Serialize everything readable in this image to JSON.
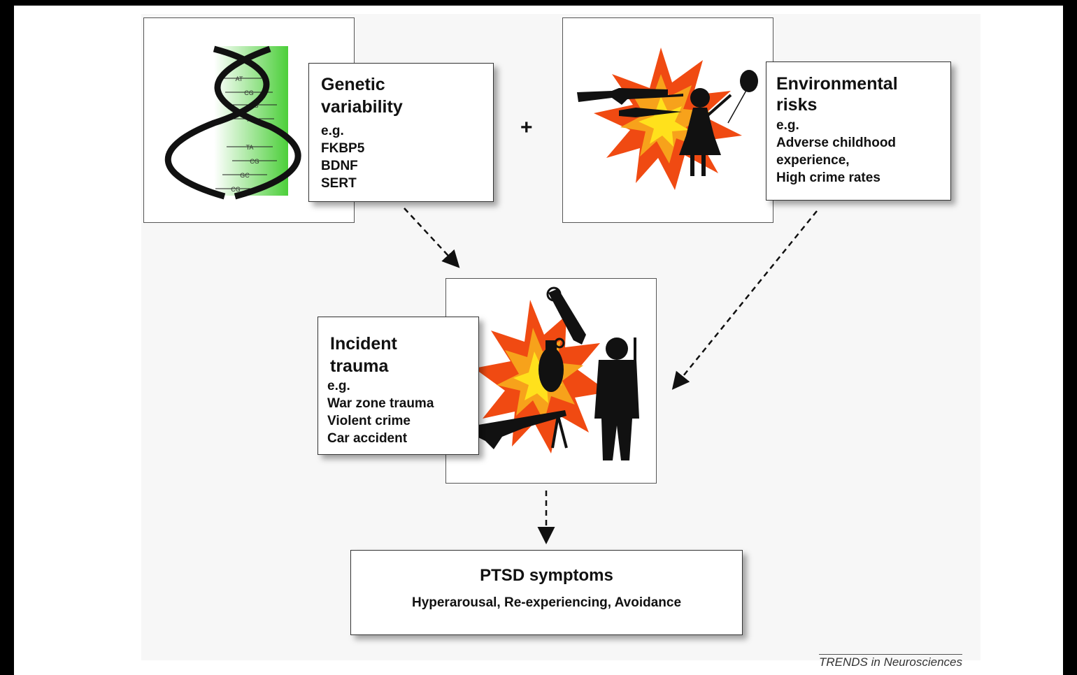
{
  "genetic": {
    "title": "Genetic\nvariability",
    "eg": "e.g.",
    "items": [
      "FKBP5",
      "BDNF",
      "SERT"
    ],
    "base_pairs": [
      "AT",
      "CG",
      "CG",
      "AT",
      "TA",
      "CG",
      "GC",
      "CG"
    ]
  },
  "plus": "+",
  "environmental": {
    "title": "Environmental\nrisks",
    "eg": "e.g.",
    "items": [
      "Adverse childhood",
      "experience,",
      "High crime rates"
    ]
  },
  "incident": {
    "title": "Incident\ntrauma",
    "eg": "e.g.",
    "items": [
      "War zone trauma",
      "Violent crime",
      "Car accident"
    ]
  },
  "ptsd": {
    "title": "PTSD symptoms",
    "subtitle": "Hyperarousal, Re-experiencing, Avoidance"
  },
  "credit": "TRENDS in Neurosciences",
  "colors": {
    "dna_green": "#4ccf3a",
    "explosion_red": "#f04a12",
    "explosion_orange": "#f7a21b",
    "explosion_yellow": "#ffe11c"
  }
}
